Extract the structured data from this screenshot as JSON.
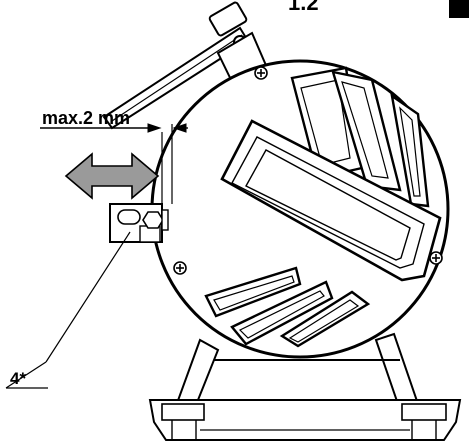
{
  "figure": {
    "step_label": "1.2",
    "dimension_label": "max.2 mm",
    "part_label": "4*"
  },
  "colors": {
    "line": "#000000",
    "arrow_fill": "#9a9a9a",
    "tab_fill": "#000000",
    "background": "#ffffff"
  },
  "icons": [
    "double-arrow-icon",
    "screw-icon"
  ]
}
